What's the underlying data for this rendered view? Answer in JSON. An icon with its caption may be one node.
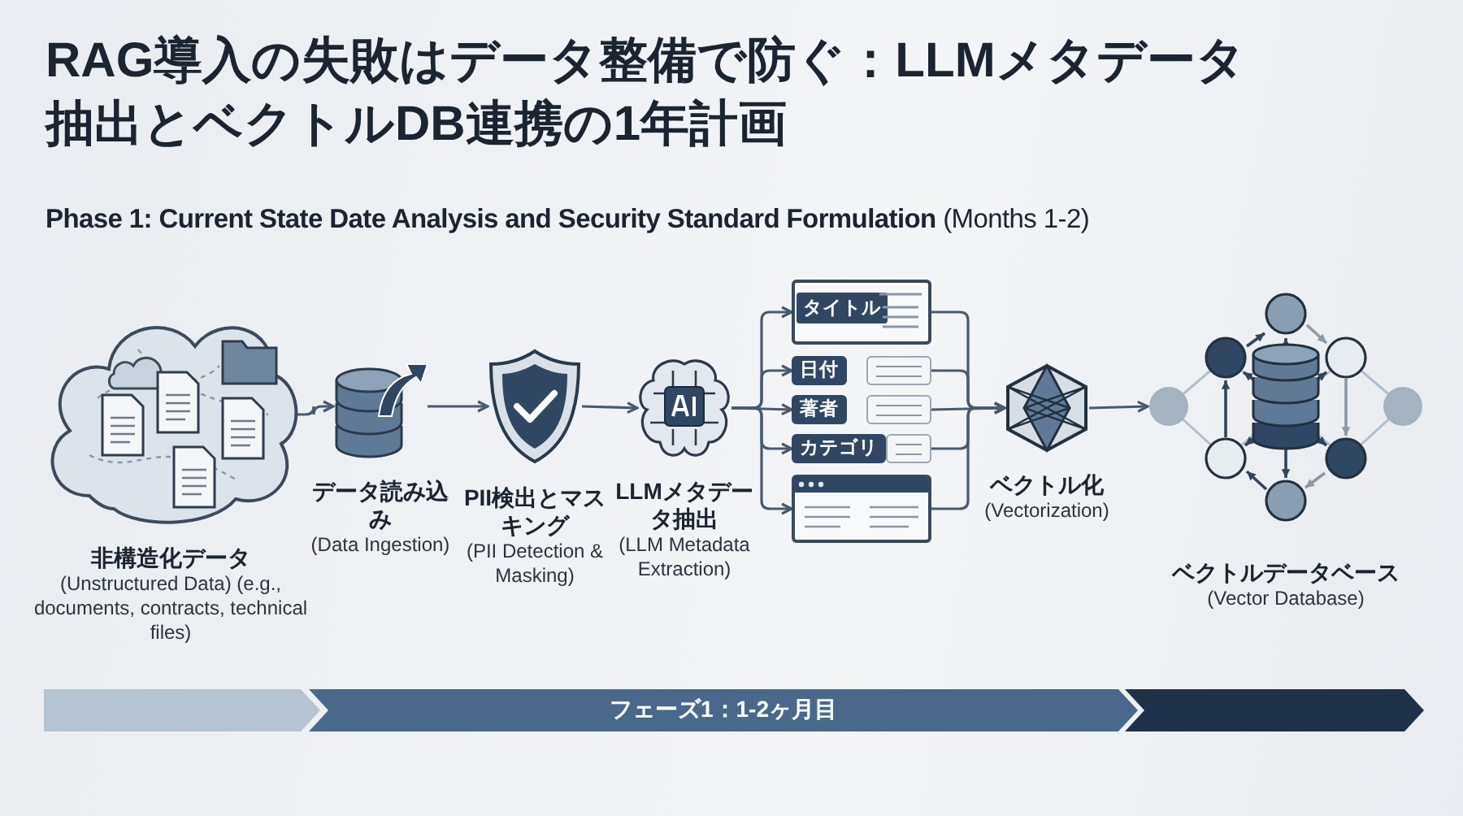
{
  "diagram": {
    "title": "RAG導入の失敗はデータ整備で防ぐ：LLMメタデータ抽出とベクトルDB連携の1年計画",
    "nodes": [
      {
        "text": [
          "非構造化データ",
          "(Unstructured Data) (e.g., documents, contracts, technical files)"
        ]
      },
      {
        "text": [
          "データ読み込み",
          "(Data Ingestion)"
        ]
      },
      {
        "text": [
          "PII検出とマスキング",
          "(PII Detection & Masking)"
        ]
      },
      {
        "text": [
          "LLMメタデータ抽出",
          "(LLM Metadata Extraction)"
        ]
      },
      {
        "text": [
          "タイトル"
        ]
      },
      {
        "text": [
          "日付"
        ]
      },
      {
        "text": [
          "著者"
        ]
      },
      {
        "text": [
          "カテゴリ"
        ]
      },
      {
        "text": [],
        "shape": "box"
      },
      {
        "text": [
          "ベクトル化",
          "(Vectorization)"
        ]
      },
      {
        "text": [
          "ベクトルデータベース",
          "(Vector Database)"
        ]
      },
      {
        "text": [],
        "shape": "bar"
      },
      {
        "text": [
          "フェーズ1：1-2ヶ月目"
        ]
      },
      {
        "text": [],
        "shape": "bar"
      }
    ],
    "edges": [
      {
        "from": 0,
        "to": 1,
        "arrow": "to"
      },
      {
        "from": 1,
        "to": 2,
        "arrow": "to"
      },
      {
        "from": 2,
        "to": 3,
        "arrow": "to"
      },
      {
        "from": 3,
        "to": 4,
        "arrow": "to"
      },
      {
        "from": 3,
        "to": 5,
        "arrow": "to"
      },
      {
        "from": 3,
        "to": 6,
        "arrow": "to"
      },
      {
        "from": 3,
        "to": 7,
        "arrow": "to"
      },
      {
        "from": 3,
        "to": 8,
        "arrow": "to"
      },
      {
        "from": 4,
        "to": 9,
        "arrow": "to"
      },
      {
        "from": 5,
        "to": 9,
        "arrow": "to"
      },
      {
        "from": 6,
        "to": 9,
        "arrow": "to"
      },
      {
        "from": 7,
        "to": 9,
        "arrow": "to"
      },
      {
        "from": 8,
        "to": 9,
        "arrow": "to"
      },
      {
        "from": 9,
        "to": 10,
        "arrow": "to"
      }
    ],
    "labels": [
      "**Phase 1: Current State Date Analysis and Security Standard Formulation** (Months 1-2)"
    ]
  }
}
